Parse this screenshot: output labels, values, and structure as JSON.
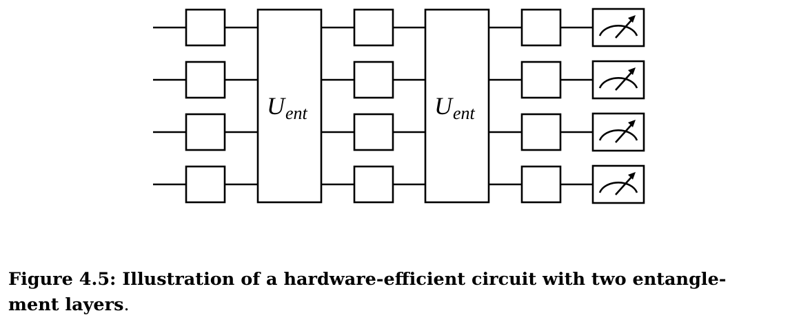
{
  "circuit": {
    "qubit_count": 4,
    "layers": [
      {
        "kind": "single-qubit-gates"
      },
      {
        "kind": "entangler",
        "symbol": "U",
        "subscript": "ent"
      },
      {
        "kind": "single-qubit-gates"
      },
      {
        "kind": "entangler",
        "symbol": "U",
        "subscript": "ent"
      },
      {
        "kind": "single-qubit-gates"
      },
      {
        "kind": "measurement"
      }
    ],
    "icons": {
      "measurement": "meter-icon"
    }
  },
  "caption": {
    "label": "Figure 4.5:",
    "text_bold": " Illustration of a hardware-efficient circuit with two entangle-",
    "text_continued": "ment layers",
    "end_mark": "."
  }
}
